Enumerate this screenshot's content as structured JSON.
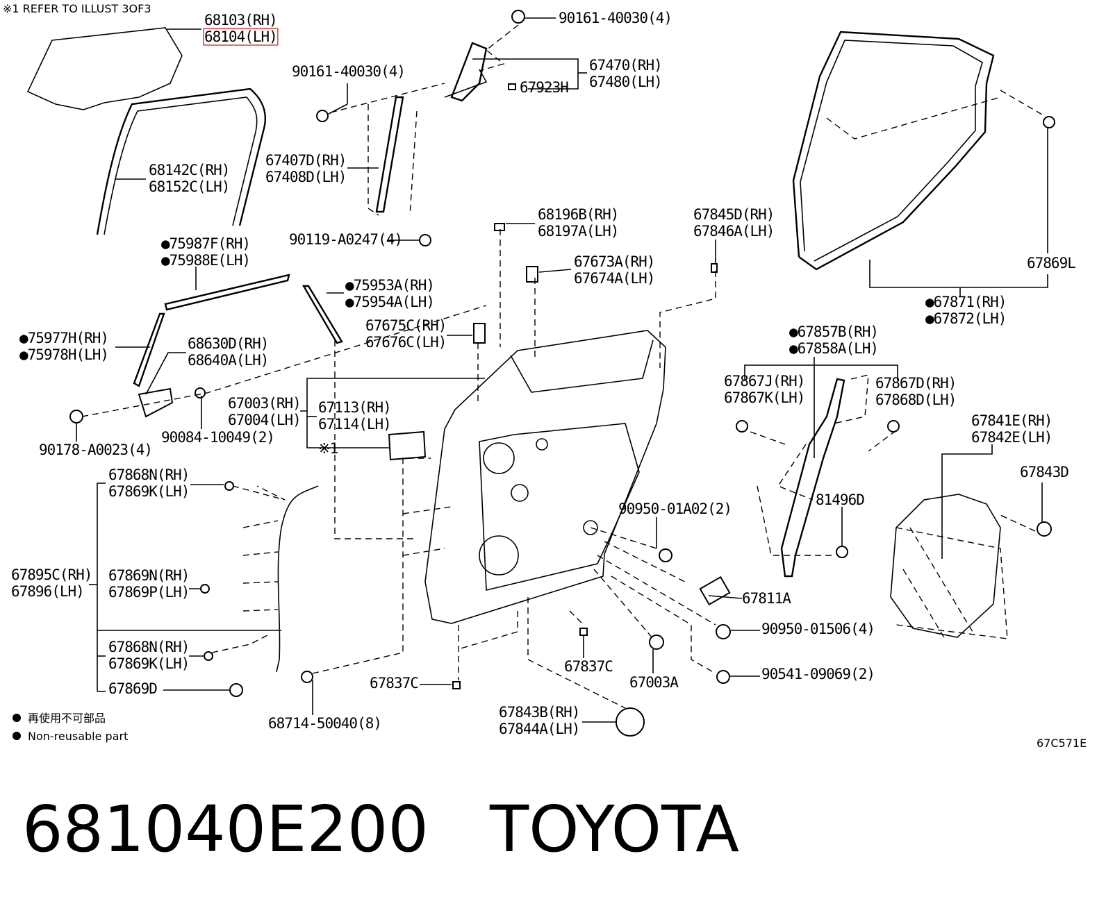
{
  "diagram": {
    "reference_note": "※1 REFER TO ILLUST 3OF3",
    "drawing_code": "67C571E",
    "legend": {
      "ja": "再使用不可部品",
      "en": "Non-reusable part"
    },
    "highlight_color": "#e0403a",
    "callouts": [
      {
        "id": "c1",
        "lines": [
          "68103(RH)",
          "68104(LH)"
        ],
        "highlight_line": 1
      },
      {
        "id": "c2",
        "lines": [
          "68142C(RH)",
          "68152C(LH)"
        ]
      },
      {
        "id": "c3",
        "lines": [
          "90161-40030(4)"
        ]
      },
      {
        "id": "c4",
        "lines": [
          "90161-40030(4)"
        ]
      },
      {
        "id": "c5",
        "lines": [
          "67470(RH)",
          "67480(LH)"
        ]
      },
      {
        "id": "c6",
        "lines": [
          "67923H"
        ]
      },
      {
        "id": "c7",
        "lines": [
          "67407D(RH)",
          "67408D(LH)"
        ]
      },
      {
        "id": "c8",
        "lines": [
          "90119-A0247(4)"
        ]
      },
      {
        "id": "c9",
        "lines": [
          "●75987F(RH)",
          "●75988E(LH)"
        ]
      },
      {
        "id": "c10",
        "lines": [
          "●75953A(RH)",
          "●75954A(LH)"
        ]
      },
      {
        "id": "c11",
        "lines": [
          "●75977H(RH)",
          "●75978H(LH)"
        ]
      },
      {
        "id": "c12",
        "lines": [
          "68630D(RH)",
          "68640A(LH)"
        ]
      },
      {
        "id": "c13",
        "lines": [
          "90178-A0023(4)"
        ]
      },
      {
        "id": "c14",
        "lines": [
          "90084-10049(2)"
        ]
      },
      {
        "id": "c15",
        "lines": [
          "67003(RH)",
          "67004(LH)"
        ]
      },
      {
        "id": "c16",
        "lines": [
          "67113(RH)",
          "67114(LH)"
        ]
      },
      {
        "id": "c17",
        "lines": [
          "※1"
        ]
      },
      {
        "id": "c18",
        "lines": [
          "67675C(RH)",
          "67676C(LH)"
        ]
      },
      {
        "id": "c19",
        "lines": [
          "68196B(RH)",
          "68197A(LH)"
        ]
      },
      {
        "id": "c20",
        "lines": [
          "67673A(RH)",
          "67674A(LH)"
        ]
      },
      {
        "id": "c21",
        "lines": [
          "67845D(RH)",
          "67846A(LH)"
        ]
      },
      {
        "id": "c22",
        "lines": [
          "67869L"
        ]
      },
      {
        "id": "c23",
        "lines": [
          "●67871(RH)",
          "●67872(LH)"
        ]
      },
      {
        "id": "c24",
        "lines": [
          "●67857B(RH)",
          "●67858A(LH)"
        ]
      },
      {
        "id": "c25",
        "lines": [
          "67867J(RH)",
          "67867K(LH)"
        ]
      },
      {
        "id": "c26",
        "lines": [
          "67867D(RH)",
          "67868D(LH)"
        ]
      },
      {
        "id": "c27",
        "lines": [
          "67841E(RH)",
          "67842E(LH)"
        ]
      },
      {
        "id": "c28",
        "lines": [
          "67843D"
        ]
      },
      {
        "id": "c29",
        "lines": [
          "81496D"
        ]
      },
      {
        "id": "c30",
        "lines": [
          "90950-01A02(2)"
        ]
      },
      {
        "id": "c31",
        "lines": [
          "67811A"
        ]
      },
      {
        "id": "c32",
        "lines": [
          "90950-01506(4)"
        ]
      },
      {
        "id": "c33",
        "lines": [
          "90541-09069(2)"
        ]
      },
      {
        "id": "c34",
        "lines": [
          "67837C"
        ]
      },
      {
        "id": "c35",
        "lines": [
          "67003A"
        ]
      },
      {
        "id": "c36",
        "lines": [
          "67837C"
        ]
      },
      {
        "id": "c37",
        "lines": [
          "67843B(RH)",
          "67844A(LH)"
        ]
      },
      {
        "id": "c38",
        "lines": [
          "68714-50040(8)"
        ]
      },
      {
        "id": "c39",
        "lines": [
          "67868N(RH)",
          "67869K(LH)"
        ]
      },
      {
        "id": "c40",
        "lines": [
          "67895C(RH)",
          "67896(LH)"
        ]
      },
      {
        "id": "c41",
        "lines": [
          "67869N(RH)",
          "67869P(LH)"
        ]
      },
      {
        "id": "c42",
        "lines": [
          "67868N(RH)",
          "67869K(LH)"
        ]
      },
      {
        "id": "c43",
        "lines": [
          "67869D"
        ]
      }
    ]
  },
  "caption": {
    "part_number": "681040E200",
    "brand": "TOYOTA"
  }
}
